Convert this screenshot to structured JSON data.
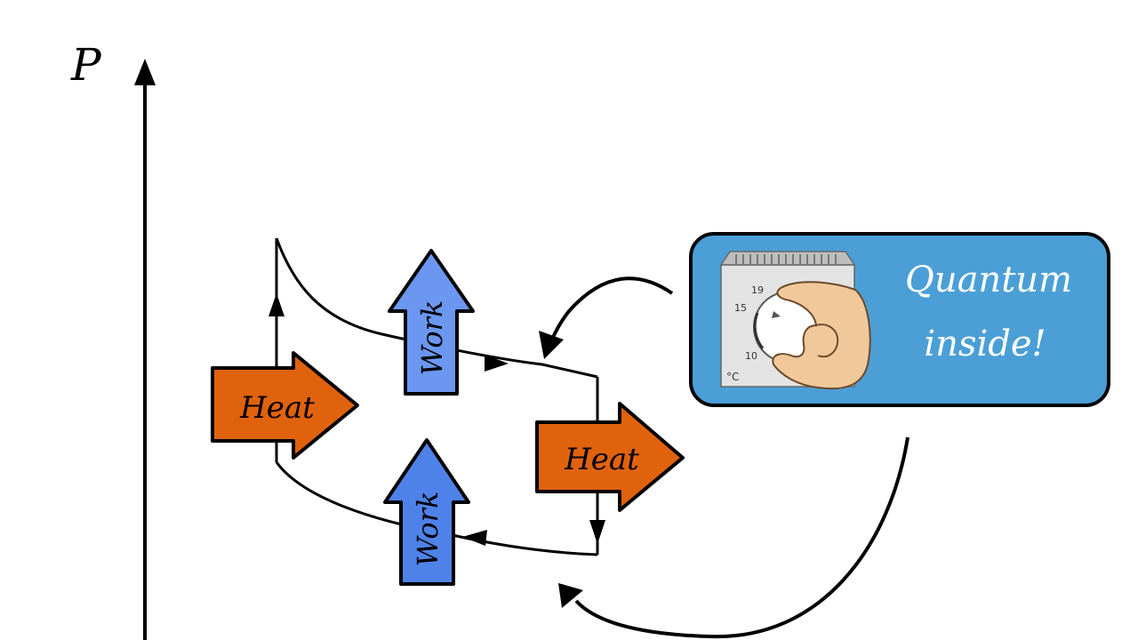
{
  "axis": {
    "y_label": "P"
  },
  "labels": {
    "heat_left": "Heat",
    "heat_right": "Heat",
    "work_top": "Work",
    "work_bottom": "Work"
  },
  "quantum_box": {
    "line1": "Quantum",
    "line2": "inside!",
    "dial_numbers": [
      "19",
      "15",
      "10"
    ],
    "unit": "°C"
  },
  "colors": {
    "heat": "#e0620d",
    "work": "#6b97f0",
    "box": "#4b9fd6",
    "ink": "#000000"
  }
}
